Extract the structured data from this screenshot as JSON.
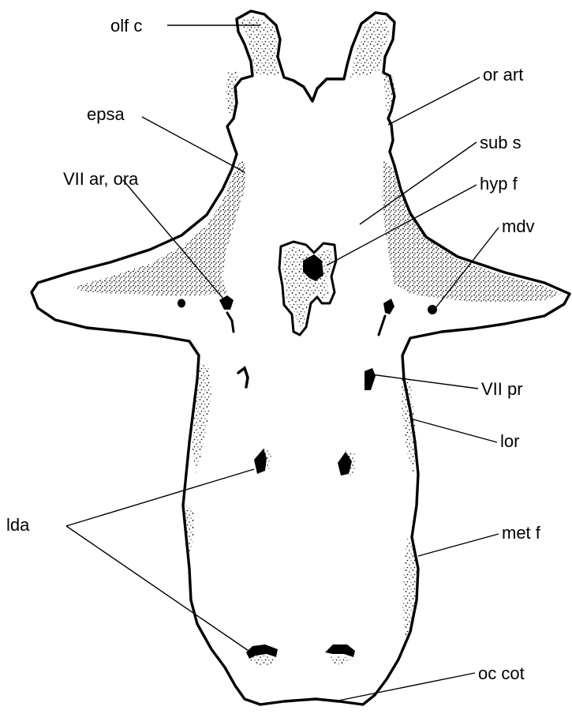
{
  "labels": {
    "olf_c": "olf c",
    "or_art": "or art",
    "epsa": "epsa",
    "sub_s": "sub s",
    "vii_ar_ora": "VII ar, ora",
    "hyp_f": "hyp f",
    "mdv": "mdv",
    "vii_pr": "VII pr",
    "lor": "lor",
    "lda": "lda",
    "met_f": "met f",
    "oc_cot": "oc cot"
  },
  "colors": {
    "ink": "#000000",
    "paper": "#ffffff"
  }
}
